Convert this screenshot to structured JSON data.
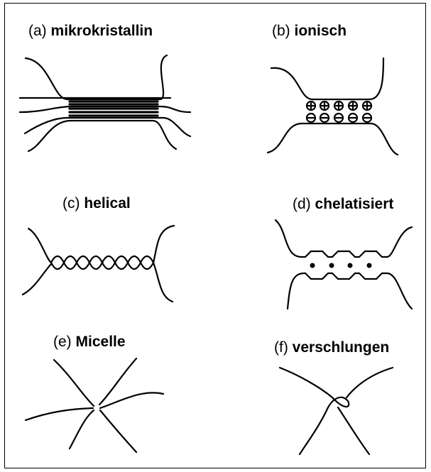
{
  "panels": [
    {
      "tag": "(a)",
      "name": "mikrokristallin"
    },
    {
      "tag": "(b)",
      "name": "ionisch"
    },
    {
      "tag": "(c)",
      "name": "helical"
    },
    {
      "tag": "(d)",
      "name": "chelatisiert"
    },
    {
      "tag": "(e)",
      "name": "Micelle"
    },
    {
      "tag": "(f)",
      "name": "verschlungen"
    }
  ],
  "symbols": {
    "plus": "+",
    "minus": "−"
  },
  "colors": {
    "line": "#000000",
    "background": "#ffffff"
  }
}
